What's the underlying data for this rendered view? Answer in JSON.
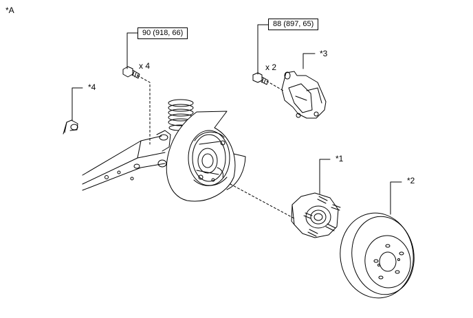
{
  "figure": {
    "tag": "*A"
  },
  "callouts": [
    {
      "id": "hub",
      "text": "*1"
    },
    {
      "id": "disc",
      "text": "*2"
    },
    {
      "id": "caliper",
      "text": "*3"
    },
    {
      "id": "sensor",
      "text": "*4"
    }
  ],
  "torque_specs": [
    {
      "id": "hub-bolt",
      "text": "90 (918, 66)"
    },
    {
      "id": "caliper-bolt",
      "text": "88 (897, 65)"
    }
  ],
  "quantities": [
    {
      "id": "hub-bolt",
      "text": "x 4"
    },
    {
      "id": "caliper-bolt",
      "text": "x 2"
    }
  ]
}
